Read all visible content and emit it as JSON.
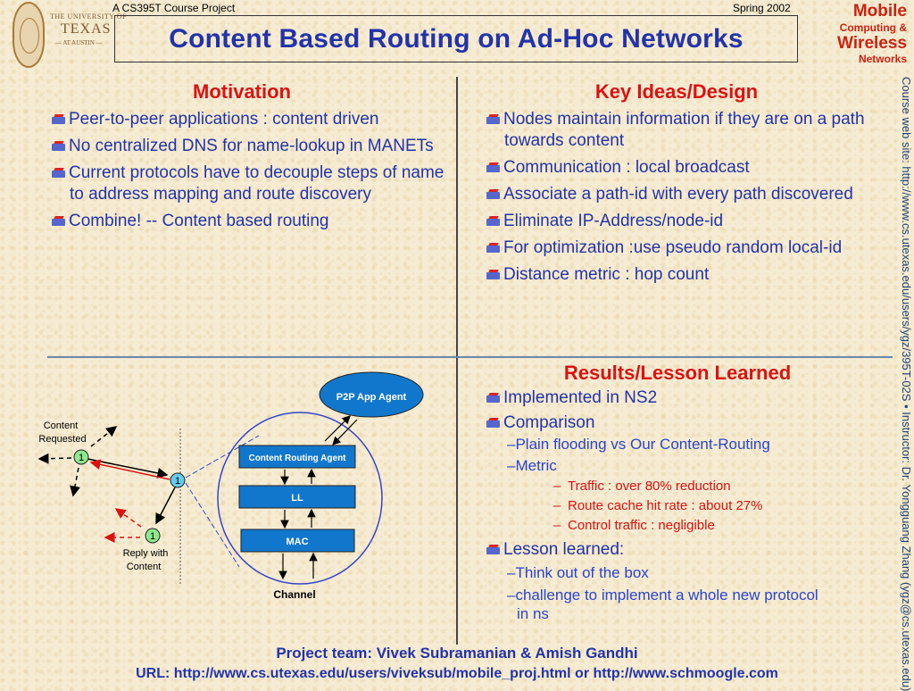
{
  "header": {
    "course_project": "A CS395T Course Project",
    "term": "Spring 2002",
    "title": "Content Based Routing on Ad-Hoc Networks",
    "ut_logo": {
      "line1": "THE UNIVERSITY OF",
      "line2": "TEXAS",
      "line3": "— AT AUSTIN —"
    },
    "mobile_logo": {
      "line1": "Mobile",
      "line2": "Computing &",
      "line3": "Wireless",
      "line4": "Networks"
    }
  },
  "side_text": "Course web site: http://www.cs.utexas.edu/users/ygz/395T-02S • Instructor: Dr. Yongguang Zhang (ygz@cs.utexas.edu)",
  "motivation": {
    "title": "Motivation",
    "bullets": [
      "Peer-to-peer applications : content driven",
      "No centralized DNS for name-lookup in MANETs",
      "Current protocols have to decouple steps of name to address mapping and route discovery",
      "Combine!  -- Content based routing"
    ]
  },
  "key_ideas": {
    "title": "Key Ideas/Design",
    "bullets": [
      "Nodes maintain information if they are on a path towards content",
      "Communication : local broadcast",
      "Associate a path-id with every path discovered",
      "Eliminate IP-Address/node-id",
      "For optimization :use pseudo random local-id",
      "Distance metric : hop count"
    ]
  },
  "diagram": {
    "content_requested": [
      "Content",
      "Requested"
    ],
    "reply_with_content": [
      "Reply with",
      "Content"
    ],
    "node_label": "1",
    "p2p_agent": "P2P App Agent",
    "content_routing_agent": "Content Routing Agent",
    "ll": "LL",
    "mac": "MAC",
    "channel": "Channel"
  },
  "results": {
    "title": "Results/Lesson Learned",
    "b1": "Implemented in NS2",
    "b2": "Comparison",
    "b2_sub1": "–Plain flooding  vs Our Content-Routing",
    "b2_sub2": "–Metric",
    "metrics": [
      "Traffic  :  over 80% reduction",
      "Route cache hit rate : about 27%",
      "Control traffic : negligible"
    ],
    "metric_dash": "–",
    "b3": "Lesson learned:",
    "b3_sub1": "–Think out of the box",
    "b3_sub2a": "–challenge to implement a whole new protocol",
    "b3_sub2b": "in ns"
  },
  "footer": {
    "team": "Project team: Vivek Subramanian & Amish Gandhi",
    "url": "URL: http://www.cs.utexas.edu/users/viveksub/mobile_proj.html  or http://www.schmoogle.com"
  }
}
